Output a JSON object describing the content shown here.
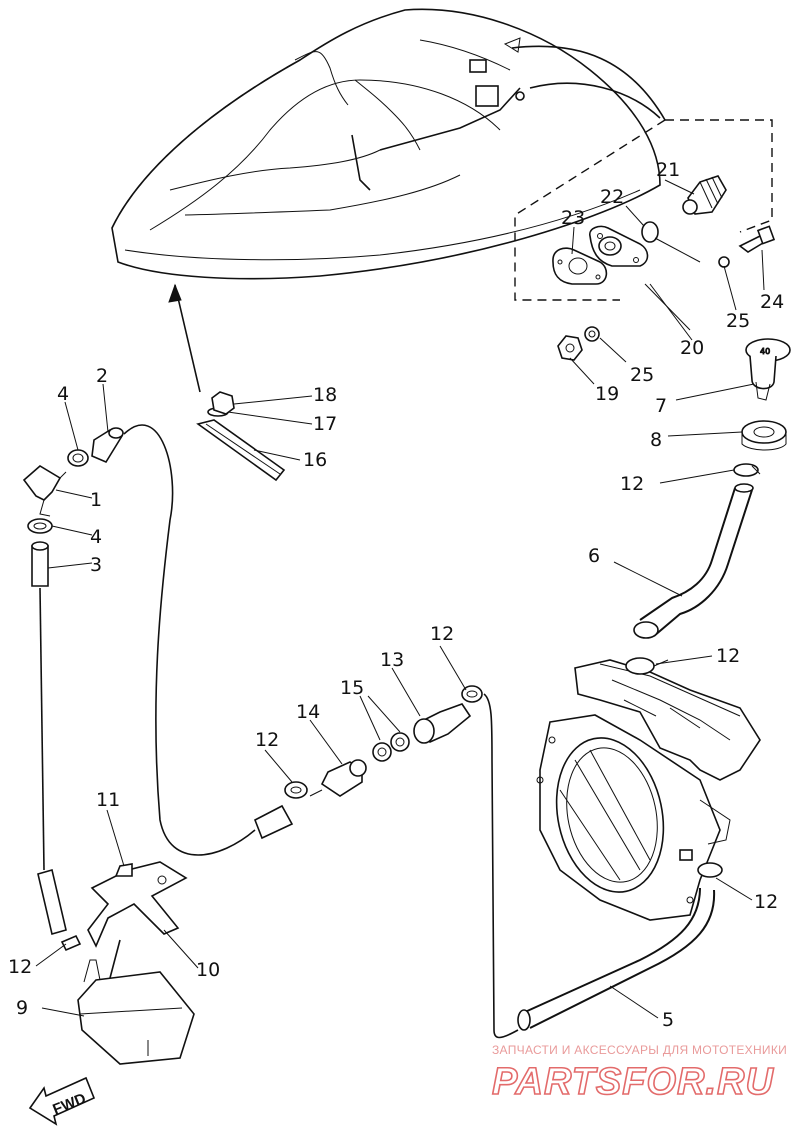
{
  "labels": [
    "1",
    "2",
    "3",
    "4",
    "5",
    "6",
    "7",
    "8",
    "9",
    "10",
    "11",
    "12",
    "13",
    "14",
    "15",
    "16",
    "17",
    "18",
    "19",
    "20",
    "21",
    "22",
    "23",
    "24",
    "25"
  ],
  "fwd_label": "FWD",
  "watermark": {
    "tagline": "ЗАПЧАСТИ И АКСЕССУАРЫ ДЛЯ МОТОТЕХНИКИ",
    "brand": "PARTSFOR.RU"
  },
  "colors": {
    "line": "#111111",
    "watermark": "#e36b6b"
  }
}
